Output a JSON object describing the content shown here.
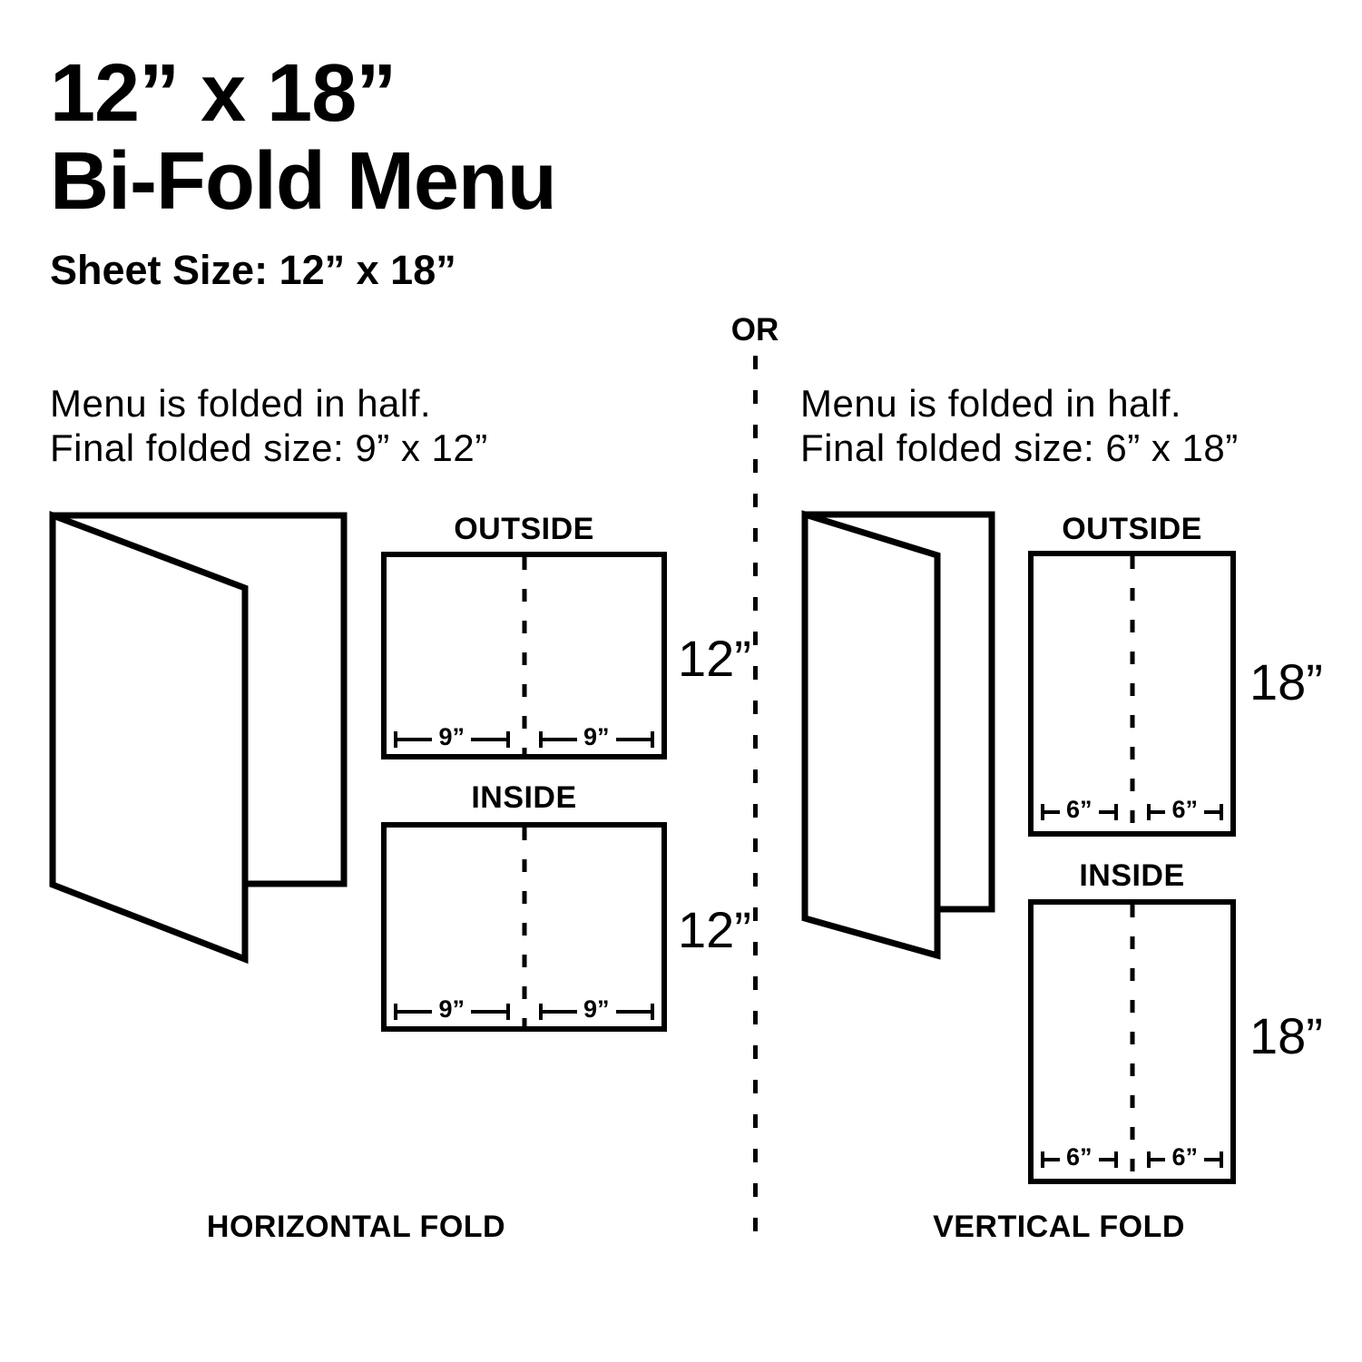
{
  "colors": {
    "ink": "#000000",
    "background": "#ffffff"
  },
  "header": {
    "title_line1": "12” x 18”",
    "title_line2": "Bi-Fold Menu",
    "subtitle": "Sheet Size: 12” x 18”"
  },
  "divider": {
    "label": "OR"
  },
  "left_section": {
    "description_line1": "Menu is folded in half.",
    "description_line2": "Final folded size: 9” x 12”",
    "panels": {
      "outside_label": "OUTSIDE",
      "inside_label": "INSIDE",
      "height_label": "12”",
      "half_width_label": "9”"
    },
    "caption": "HORIZONTAL FOLD"
  },
  "right_section": {
    "description_line1": "Menu is folded in half.",
    "description_line2": "Final folded size: 6” x 18”",
    "panels": {
      "outside_label": "OUTSIDE",
      "inside_label": "INSIDE",
      "height_label": "18”",
      "half_width_label": "6”"
    },
    "caption": "VERTICAL FOLD"
  }
}
